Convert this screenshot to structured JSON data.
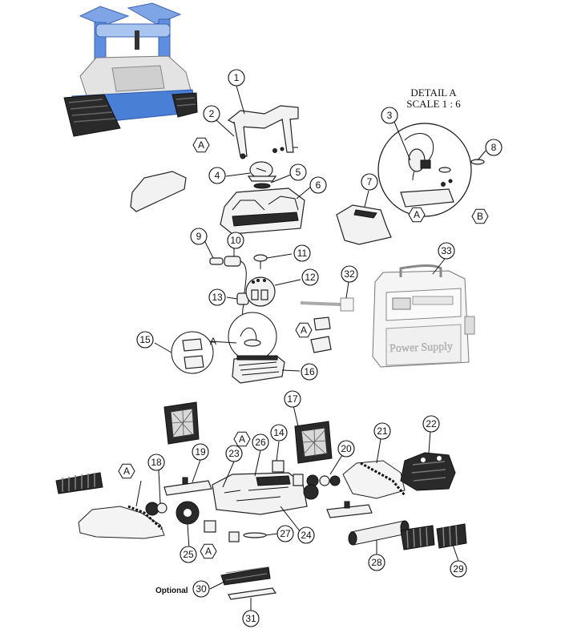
{
  "detail": {
    "title": "DETAIL A",
    "scale": "SCALE 1 : 6"
  },
  "optional_label": "Optional",
  "power_supply_label": "Power Supply",
  "callouts": [
    "1",
    "2",
    "3",
    "4",
    "5",
    "6",
    "7",
    "8",
    "9",
    "10",
    "11",
    "12",
    "13",
    "14",
    "15",
    "16",
    "17",
    "18",
    "19",
    "20",
    "21",
    "22",
    "23",
    "24",
    "25",
    "26",
    "27",
    "28",
    "29",
    "30",
    "31",
    "32",
    "33"
  ],
  "hex_labels": [
    "A",
    "A",
    "A",
    "A",
    "A",
    "A",
    "B"
  ],
  "detail_markers": [
    "A"
  ],
  "colors": {
    "robot_blue": "#4a7fd6",
    "robot_light_blue": "#a9c4ef",
    "robot_grey": "#dcdcdc",
    "line": "#111111"
  }
}
